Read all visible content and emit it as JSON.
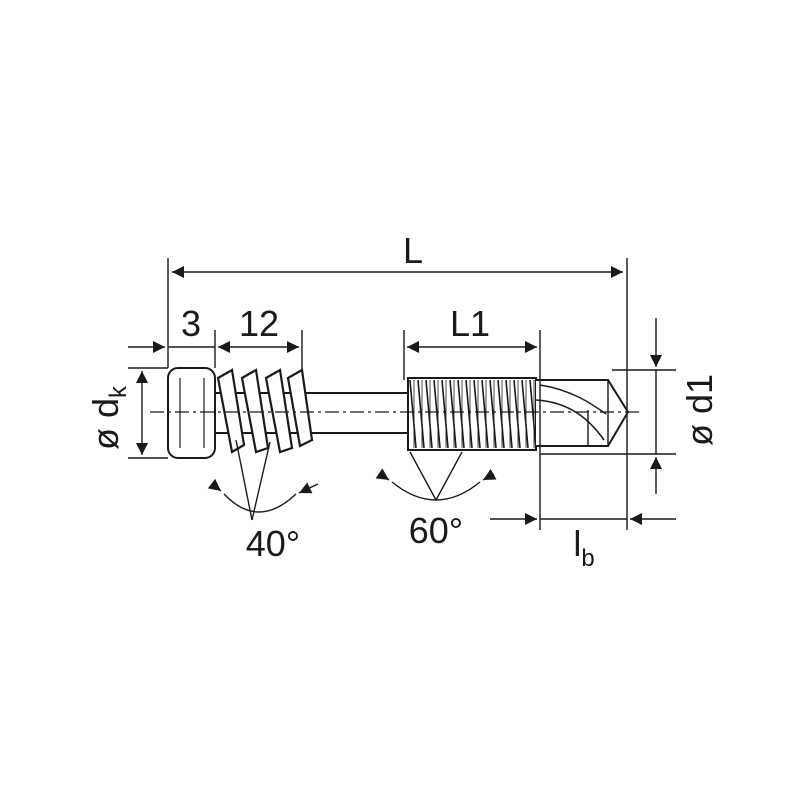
{
  "diagram": {
    "dim_length_total": "L",
    "dim_head_height": "3",
    "dim_wing_length": "12",
    "dim_thread_length": "L1",
    "dim_head_diameter": "ø d",
    "dim_head_diameter_sub": "k",
    "dim_thread_diameter": "ø d1",
    "dim_drill_length": "l",
    "dim_drill_length_sub": "b",
    "angle_wings": "40°",
    "angle_thread": "60°"
  }
}
